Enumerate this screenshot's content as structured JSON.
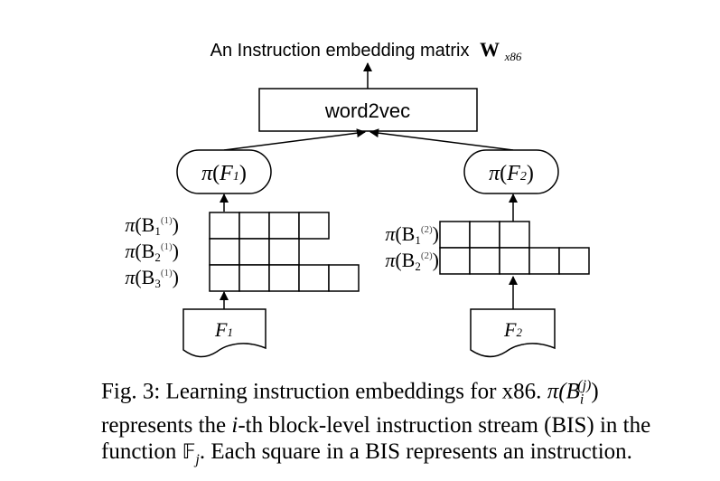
{
  "diagram": {
    "top_label": "An Instruction embedding matrix",
    "top_label_symbol": "W",
    "top_label_subscript": "x86",
    "word2vec_label": "word2vec",
    "pi_symbol": "π",
    "func1": {
      "name": "F",
      "index": "1",
      "pi_label": "(F1)"
    },
    "func2": {
      "name": "F",
      "index": "2",
      "pi_label": "(F2)"
    },
    "bis_left": [
      {
        "block": "B",
        "sub": "1",
        "sup": "(1)",
        "cells": 4
      },
      {
        "block": "B",
        "sub": "2",
        "sup": "(1)",
        "cells": 3
      },
      {
        "block": "B",
        "sub": "3",
        "sup": "(1)",
        "cells": 5
      }
    ],
    "bis_right": [
      {
        "block": "B",
        "sub": "1",
        "sup": "(2)",
        "cells": 3
      },
      {
        "block": "B",
        "sub": "2",
        "sup": "(2)",
        "cells": 5
      }
    ]
  },
  "caption": {
    "line1_a": "Fig. 3: Learning instruction embeddings for x86.",
    "line1_pi": "π(B",
    "line1_sub": "i",
    "line1_sup": "(j)",
    "line1_close": ")",
    "line2_a": "represents the ",
    "line2_i": "i",
    "line2_b": "-th block-level instruction stream (BIS) in the",
    "line3_a": "function ",
    "line3_F": "𝔽",
    "line3_j": "j",
    "line3_b": ". Each square in a BIS represents an instruction."
  }
}
